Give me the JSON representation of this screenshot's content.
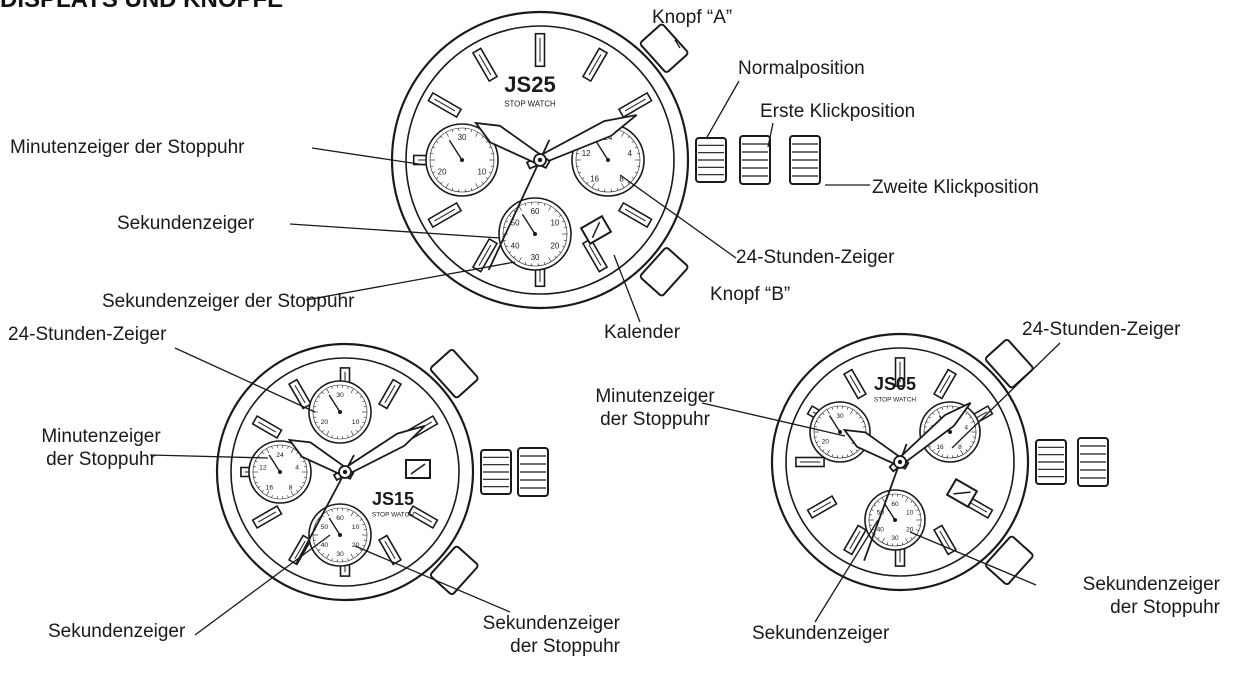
{
  "title": "DISPLAYS UND KNÖPFE",
  "footer": "",
  "watches": [
    {
      "model": "JS25",
      "subtitle": "STOP WATCH",
      "labels": {
        "knopf_a": "Knopf “A”",
        "normal": "Normalposition",
        "erste": "Erste Klickposition",
        "zweite": "Zweite Klickposition",
        "minute_stop": "Minutenzeiger der Stoppuhr",
        "sekunden": "Sekundenzeiger",
        "stunden24": "24-Stunden-Zeiger",
        "knopf_b": "Knopf “B”",
        "sekunden_stop": "Sekundenzeiger der Stoppuhr",
        "kalender": "Kalender"
      }
    },
    {
      "model": "JS15",
      "subtitle": "STOP WATCH",
      "labels": {
        "stunden24": "24-Stunden-Zeiger",
        "minute_stop_1": "Minutenzeiger",
        "minute_stop_2": "der Stoppuhr",
        "sekunden": "Sekundenzeiger",
        "sekunden_stop_1": "Sekundenzeiger",
        "sekunden_stop_2": "der Stoppuhr"
      }
    },
    {
      "model": "JS05",
      "subtitle": "STOP WATCH",
      "labels": {
        "stunden24": "24-Stunden-Zeiger",
        "minute_stop_1": "Minutenzeiger",
        "minute_stop_2": "der Stoppuhr",
        "sekunden": "Sekundenzeiger",
        "sekunden_stop_1": "Sekundenzeiger",
        "sekunden_stop_2": "der Stoppuhr"
      }
    }
  ],
  "subdial_numbers": {
    "left": [
      "30",
      "10",
      "20"
    ],
    "right": [
      "24",
      "4",
      "8",
      "16",
      "12"
    ],
    "bottom": [
      "60",
      "10",
      "20",
      "30",
      "40",
      "50"
    ]
  }
}
